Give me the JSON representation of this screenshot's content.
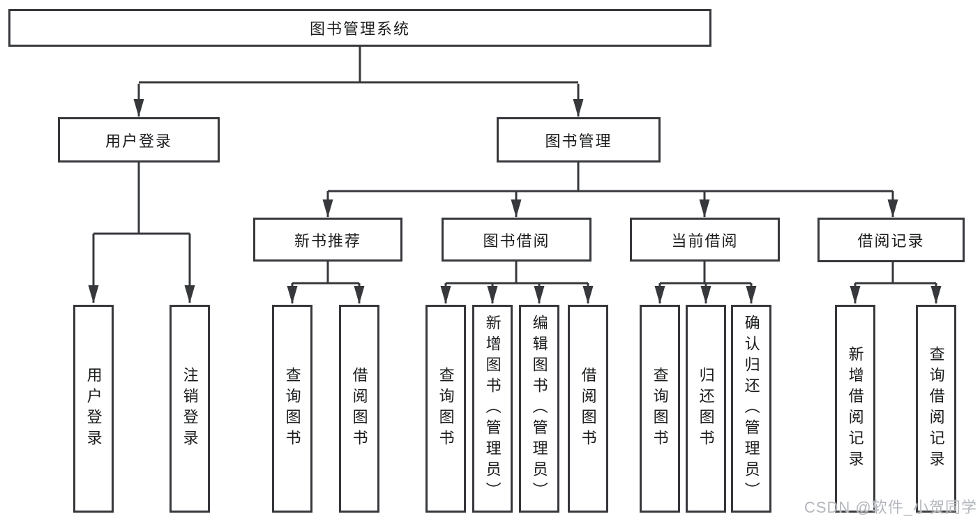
{
  "tree": {
    "label": "图书管理系统",
    "children": [
      {
        "label": "用户登录",
        "children": [
          {
            "label": "用户登录"
          },
          {
            "label": "注销登录"
          }
        ]
      },
      {
        "label": "图书管理",
        "children": [
          {
            "label": "新书推荐",
            "children": [
              {
                "label": "查询图书"
              },
              {
                "label": "借阅图书"
              }
            ]
          },
          {
            "label": "图书借阅",
            "children": [
              {
                "label": "查询图书"
              },
              {
                "label": "新增图书（管理员）"
              },
              {
                "label": "编辑图书（管理员）"
              },
              {
                "label": "借阅图书"
              }
            ]
          },
          {
            "label": "当前借阅",
            "children": [
              {
                "label": "查询图书"
              },
              {
                "label": "归还图书"
              },
              {
                "label": "确认归还（管理员）"
              }
            ]
          },
          {
            "label": "借阅记录",
            "children": [
              {
                "label": "新增借阅记录"
              },
              {
                "label": "查询借阅记录"
              }
            ]
          }
        ]
      }
    ]
  },
  "watermark": {
    "text": "CSDN @软件_小贺同学"
  },
  "colors": {
    "line": "#36383b",
    "text": "#1b1c1e",
    "background": "#ffffff",
    "watermark": "#b3b7bc"
  }
}
